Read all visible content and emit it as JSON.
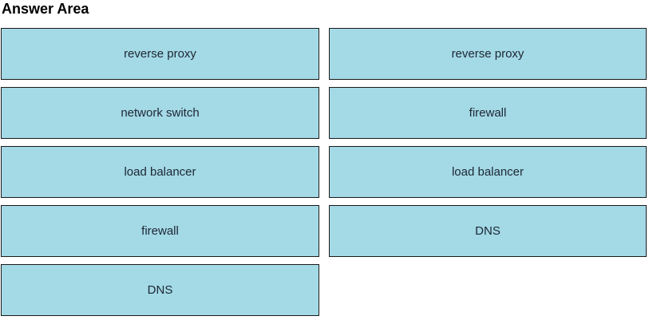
{
  "header": {
    "title": "Answer Area"
  },
  "colors": {
    "background": "#ffffff",
    "title_text": "#000000",
    "box_fill": "#a4d9e6",
    "box_border": "#1a1a1a",
    "box_text": "#1c2733"
  },
  "answer_area": {
    "left_column": {
      "items": [
        {
          "label": "reverse proxy"
        },
        {
          "label": "network switch"
        },
        {
          "label": "load balancer"
        },
        {
          "label": "firewall"
        },
        {
          "label": "DNS"
        }
      ]
    },
    "right_column": {
      "items": [
        {
          "label": "reverse proxy"
        },
        {
          "label": "firewall"
        },
        {
          "label": "load balancer"
        },
        {
          "label": "DNS"
        }
      ]
    }
  }
}
